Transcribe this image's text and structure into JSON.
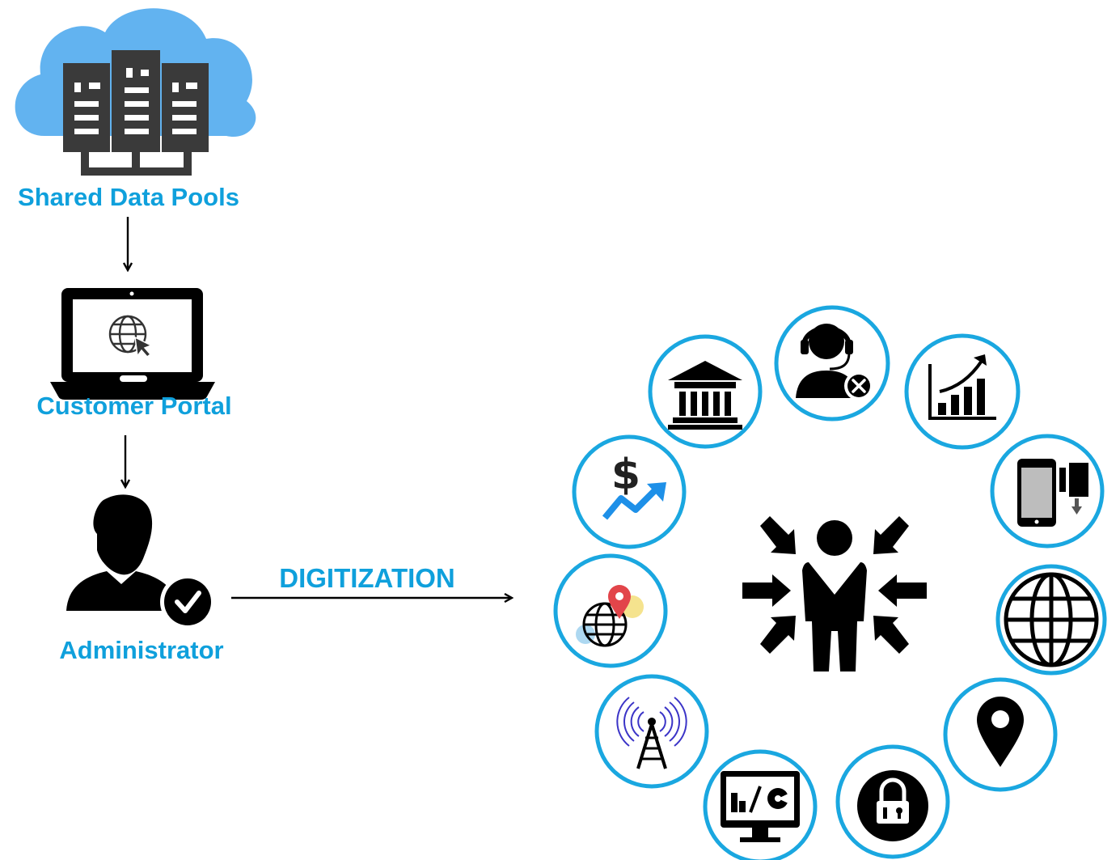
{
  "colors": {
    "label_blue": "#0fa0dc",
    "cloud_blue": "#62b3f0",
    "ring_blue": "#1aa7e0",
    "icon_black": "#000000",
    "trend_blue": "#1e90e8",
    "server_gray": "#3a3a3a"
  },
  "flow": {
    "shared_data_pools": "Shared Data Pools",
    "customer_portal": "Customer Portal",
    "administrator": "Administrator",
    "digitization": "DIGITIZATION"
  },
  "services": [
    {
      "icon": "bank-icon"
    },
    {
      "icon": "customer-support-icon"
    },
    {
      "icon": "growth-chart-icon"
    },
    {
      "icon": "mobile-transfer-icon"
    },
    {
      "icon": "globe-icon"
    },
    {
      "icon": "map-pin-icon"
    },
    {
      "icon": "padlock-icon"
    },
    {
      "icon": "monitor-analytics-icon"
    },
    {
      "icon": "radio-tower-icon"
    },
    {
      "icon": "globe-location-icon"
    },
    {
      "icon": "dollar-growth-icon"
    }
  ],
  "center": {
    "icon": "person-focus-icon"
  }
}
